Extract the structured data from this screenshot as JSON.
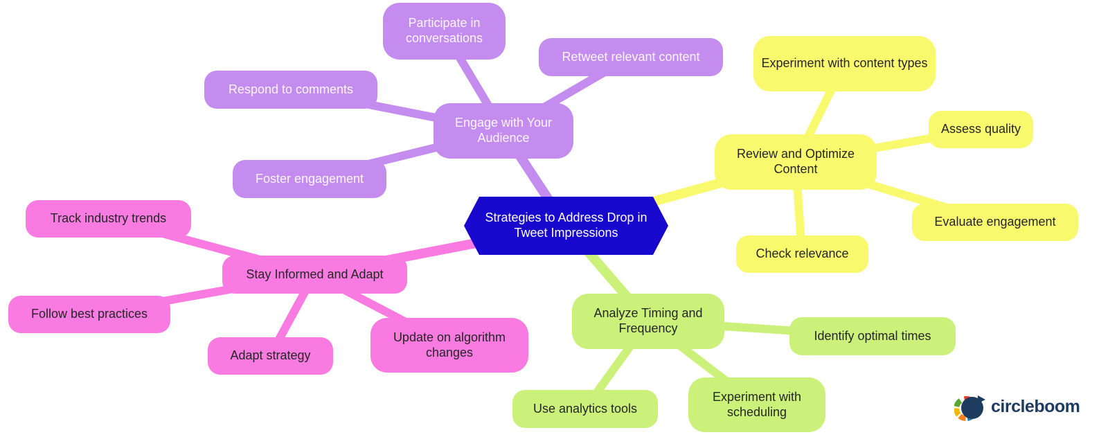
{
  "diagram": {
    "center": {
      "label": "Strategies to Address Drop in Tweet Impressions",
      "shape": "hexagon",
      "color": "#1807cd",
      "text_color": "#ffffff"
    },
    "branches": [
      {
        "label": "Engage with Your Audience",
        "color": "#c48cee",
        "text_color": "#faf6fe",
        "children": [
          "Participate in conversations",
          "Retweet relevant content",
          "Respond to comments",
          "Foster engagement"
        ]
      },
      {
        "label": "Review and Optimize Content",
        "color": "#f9f96e",
        "text_color": "#262626",
        "children": [
          "Experiment with content types",
          "Assess quality",
          "Evaluate engagement",
          "Check relevance"
        ]
      },
      {
        "label": "Stay Informed and Adapt",
        "color": "#f97ae1",
        "text_color": "#262626",
        "children": [
          "Track industry trends",
          "Follow best practices",
          "Adapt strategy",
          "Update on algorithm changes"
        ]
      },
      {
        "label": "Analyze Timing and Frequency",
        "color": "#cbf17a",
        "text_color": "#262626",
        "children": [
          "Identify optimal times",
          "Use analytics tools",
          "Experiment with scheduling"
        ]
      }
    ]
  },
  "logo": {
    "text": "circleboom",
    "text_color": "#1d3c5f"
  },
  "background": "#ffffff"
}
